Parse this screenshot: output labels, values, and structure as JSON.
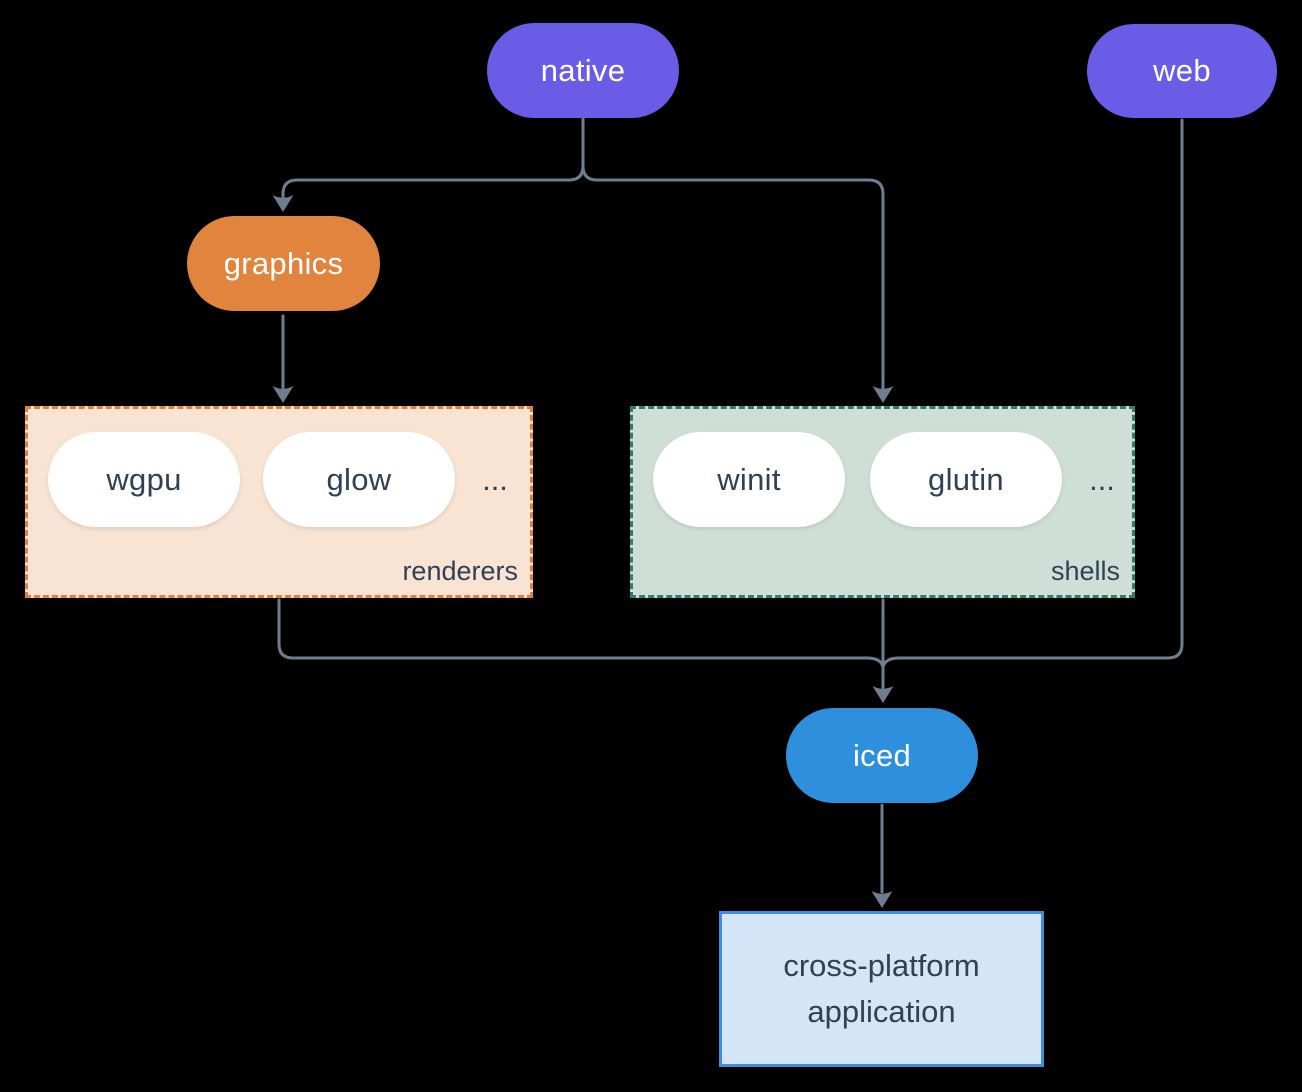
{
  "colors": {
    "background": "#000000",
    "purple": "#6a5ce7",
    "orange": "#e0843e",
    "blue": "#2e8fdd",
    "line": "#6e7e8f",
    "pill-bg": "#ffffff",
    "dark-text": "#2f4154",
    "light-text": "#ffffff",
    "renderers-bg": "#f9e3d2",
    "renderers-border": "#e1813b",
    "shells-bg": "#cfdfd8",
    "shells-border": "#2e7d6e",
    "app-bg": "#d4e5f8",
    "app-border": "#3e8ede"
  },
  "nodes": {
    "native": {
      "label": "native"
    },
    "web": {
      "label": "web"
    },
    "graphics": {
      "label": "graphics"
    },
    "iced": {
      "label": "iced"
    }
  },
  "groups": {
    "renderers": {
      "label": "renderers",
      "items": [
        "wgpu",
        "glow"
      ],
      "ellipsis": "..."
    },
    "shells": {
      "label": "shells",
      "items": [
        "winit",
        "glutin"
      ],
      "ellipsis": "..."
    }
  },
  "app": {
    "line1": "cross-platform",
    "line2": "application"
  }
}
